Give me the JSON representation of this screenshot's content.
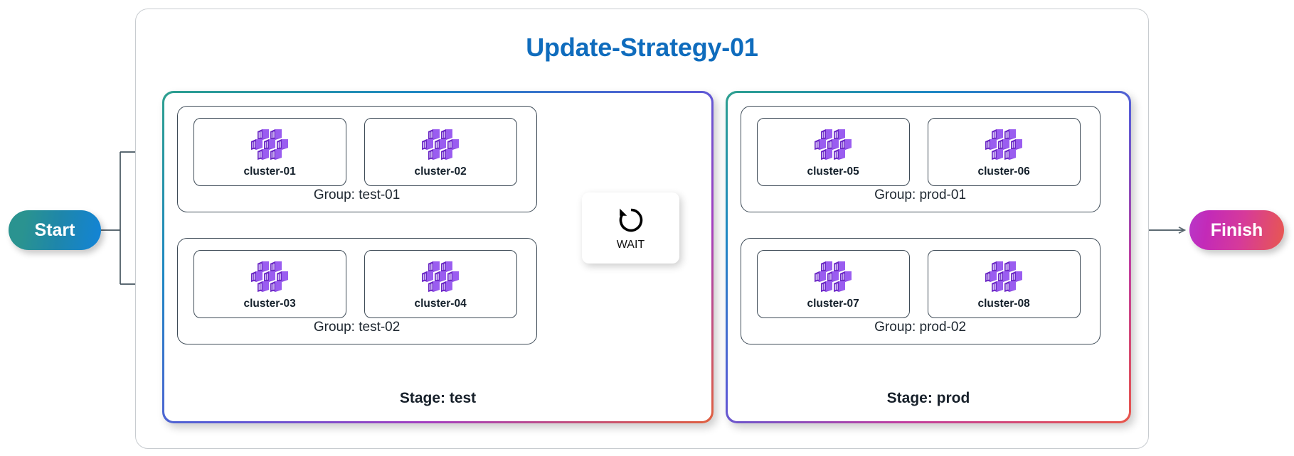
{
  "diagram": {
    "title": "Update-Strategy-01",
    "title_color": "#0f6cbd",
    "start_label": "Start",
    "finish_label": "Finish",
    "wait_label": "WAIT",
    "wait_icon": "rotate-counterclockwise-icon",
    "cluster_icon": "cluster-cubes-icon",
    "colors": {
      "title": "#0f6cbd",
      "line": "#45555f",
      "box_border": "#3e4b57",
      "start_gradient_from": "#29938f",
      "start_gradient_to": "#1284d8",
      "finish_gradient_from": "#b838c9",
      "finish_gradient_to": "#e8584f",
      "stage_border_gradient": "#2ea08f,#1f87c4,#5b5bd6,#a43fc0,#e0603f",
      "cluster_icon_color": "#7b3fd4"
    },
    "stages": [
      {
        "name": "stage-test",
        "label": "Stage: test",
        "groups": [
          {
            "name": "group-test-01",
            "label": "Group: test-01",
            "clusters": [
              {
                "name": "cluster-01",
                "label": "cluster-01"
              },
              {
                "name": "cluster-02",
                "label": "cluster-02"
              }
            ]
          },
          {
            "name": "group-test-02",
            "label": "Group: test-02",
            "clusters": [
              {
                "name": "cluster-03",
                "label": "cluster-03"
              },
              {
                "name": "cluster-04",
                "label": "cluster-04"
              }
            ]
          }
        ]
      },
      {
        "name": "stage-prod",
        "label": "Stage: prod",
        "groups": [
          {
            "name": "group-prod-01",
            "label": "Group: prod-01",
            "clusters": [
              {
                "name": "cluster-05",
                "label": "cluster-05"
              },
              {
                "name": "cluster-06",
                "label": "cluster-06"
              }
            ]
          },
          {
            "name": "group-prod-02",
            "label": "Group: prod-02",
            "clusters": [
              {
                "name": "cluster-07",
                "label": "cluster-07"
              },
              {
                "name": "cluster-08",
                "label": "cluster-08"
              }
            ]
          }
        ]
      }
    ]
  }
}
